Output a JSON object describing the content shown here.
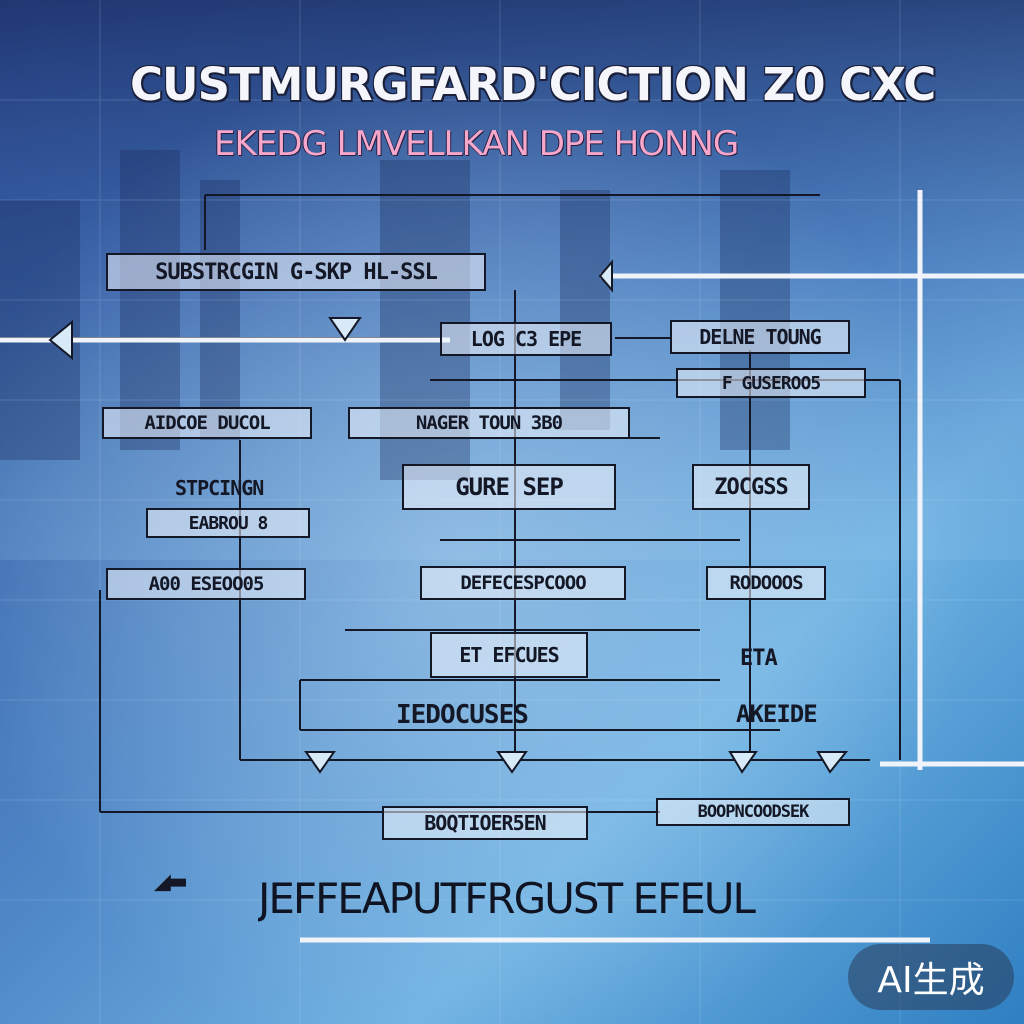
{
  "diagram": {
    "title": "CUSTMURGFARD'CICTION Z0 CXC",
    "subtitle": "EKEDG LMVELLKAN DPE HONNG",
    "nodes": [
      {
        "id": "n1",
        "label": "SUBSTRCGIN G-SKP HL-SSL"
      },
      {
        "id": "n2",
        "label": "LOG C3 EPE"
      },
      {
        "id": "n3",
        "label": "DELNE TOUNG"
      },
      {
        "id": "n4",
        "label": "F GUSEROO5"
      },
      {
        "id": "n5",
        "label": "AIDCOE DUCOL"
      },
      {
        "id": "n6",
        "label": "NAGER TOUN 3B0"
      },
      {
        "id": "n7",
        "label": "STPCINGN"
      },
      {
        "id": "n8",
        "label": "EABROU 8"
      },
      {
        "id": "n9",
        "label": "GURE SEP"
      },
      {
        "id": "n10",
        "label": "ZOCGSS"
      },
      {
        "id": "n11",
        "label": "A00 ESEOO05"
      },
      {
        "id": "n12",
        "label": "DEFECESPCOOO"
      },
      {
        "id": "n13",
        "label": "RODOOOS"
      },
      {
        "id": "n14",
        "label": "ET EFCUES"
      },
      {
        "id": "n15",
        "label": "IEDOCUSES"
      },
      {
        "id": "n16",
        "label": "ETA"
      },
      {
        "id": "n17",
        "label": "AKEIDE"
      },
      {
        "id": "n18",
        "label": "BOQTIOER5EN"
      },
      {
        "id": "n19",
        "label": "BOOPNCOODSEK"
      }
    ],
    "footer": "JEFFEAPUTFRGUST EFEUL",
    "badge": "AI生成"
  }
}
